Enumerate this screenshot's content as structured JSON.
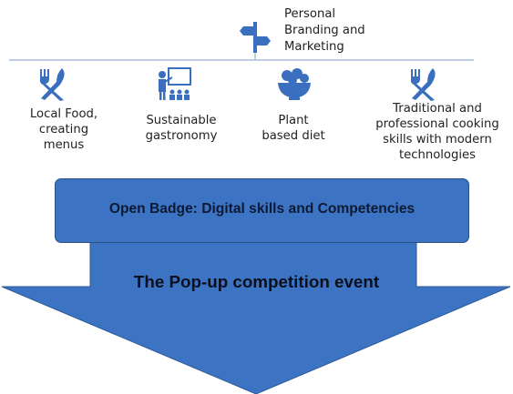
{
  "top_node": {
    "label_lines": [
      "Personal",
      "Branding and",
      "Marketing"
    ],
    "icon": "signpost-icon"
  },
  "branches": [
    {
      "id": "local-food",
      "icon": "fork-knife-icon",
      "label_lines": [
        "Local Food,",
        "creating",
        "menus"
      ]
    },
    {
      "id": "sustainable-gastronomy",
      "icon": "presentation-icon",
      "label_lines": [
        "Sustainable",
        "gastronomy"
      ]
    },
    {
      "id": "plant-based-diet",
      "icon": "fruit-bowl-icon",
      "label_lines": [
        "Plant",
        "based diet"
      ]
    },
    {
      "id": "traditional-cooking",
      "icon": "fork-knife-icon",
      "label_lines": [
        "Traditional and",
        "professional cooking",
        "skills with modern",
        "technologies"
      ]
    }
  ],
  "badge": {
    "label": "Open Badge: Digital skills and Competencies"
  },
  "arrow": {
    "label": "The Pop-up competition event"
  },
  "colors": {
    "icon_blue": "#3a6fc0",
    "badge_fill": "#3c73c3",
    "arrow_fill": "#3c73c3",
    "connector": "#a9bdd8"
  }
}
